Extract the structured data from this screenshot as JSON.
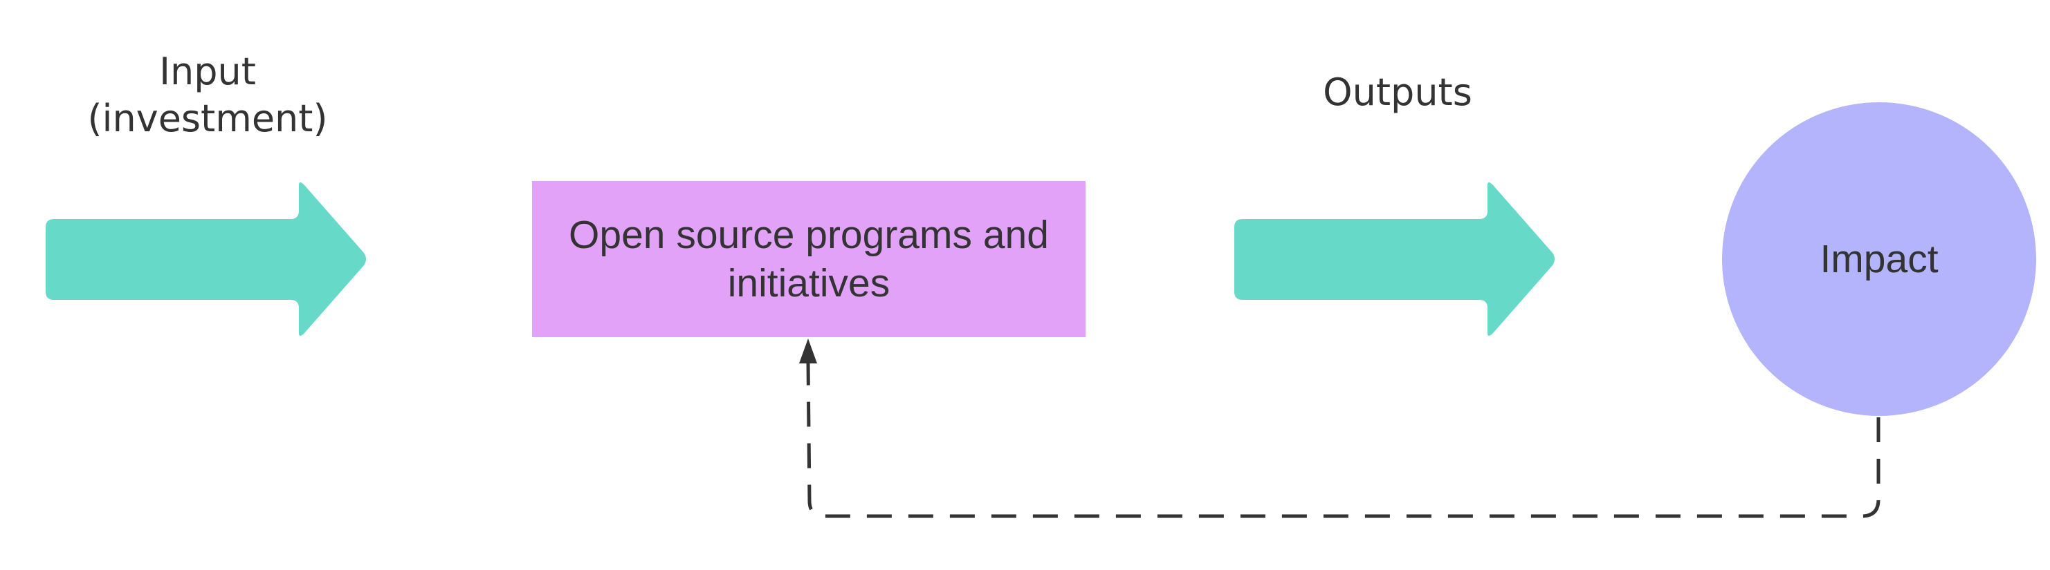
{
  "labels": {
    "input": "Input\n(investment)",
    "outputs": "Outputs"
  },
  "nodes": {
    "program": "Open source programs and\ninitiatives",
    "impact": "Impact"
  },
  "colors": {
    "arrow": "#66d9c8",
    "program_box": "#e1a2f8",
    "impact_circle": "#b4b4fc",
    "text": "#333333",
    "feedback_line": "#333333"
  }
}
